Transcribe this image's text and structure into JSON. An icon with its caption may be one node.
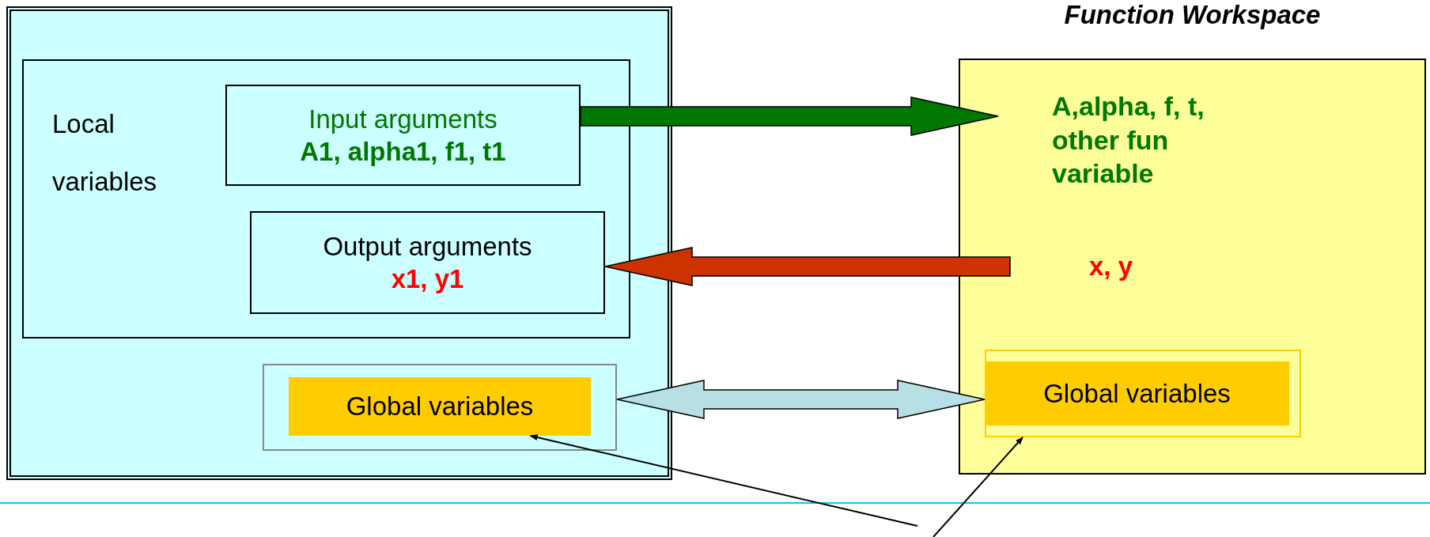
{
  "diagram": {
    "nodes": [
      {
        "text": [],
        "shape": "box"
      },
      {
        "text": [
          "Local variables"
        ],
        "in": 0
      },
      {
        "text": [
          "Input arguments",
          "A1, alpha1, f1, t1"
        ],
        "in": 1
      },
      {
        "text": [
          "Output arguments",
          "x1, y1"
        ],
        "in": 1
      },
      {
        "text": [],
        "shape": "box",
        "in": 0
      },
      {
        "text": [
          "Global variables"
        ],
        "in": 4
      },
      {
        "text": [
          "Function  Workspace"
        ]
      },
      {
        "text": [
          "A,alpha, f, t, other fun variable"
        ],
        "in": 6
      },
      {
        "text": [
          "x, y"
        ],
        "in": 6
      },
      {
        "text": [],
        "shape": "box",
        "in": 6
      },
      {
        "text": [
          "Global variables"
        ],
        "in": 9
      }
    ],
    "edges": [
      {
        "from": 2,
        "to": 7,
        "arrow": "to",
        "style": "thick",
        "color": "#007700"
      },
      {
        "from": 8,
        "to": 3,
        "arrow": "to",
        "style": "thick",
        "color": "#cc3300"
      },
      {
        "from": 4,
        "to": 9,
        "arrow": "both",
        "style": "thick",
        "color": "#b8dfe3"
      },
      {
        "from": null,
        "to": 5,
        "arrow": "to",
        "color": "#000000"
      },
      {
        "from": null,
        "to": 9,
        "arrow": "to",
        "color": "#000000"
      }
    ]
  }
}
